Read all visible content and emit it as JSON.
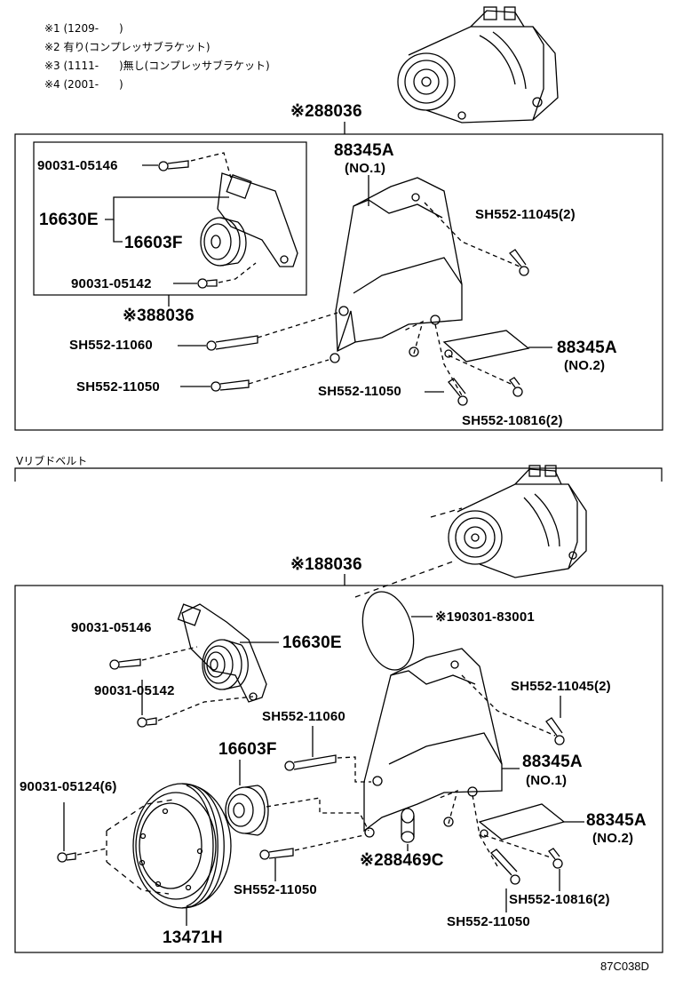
{
  "notes": [
    "※1 (1209-      )",
    "※2 有り(コンプレッサブラケット)",
    "※3 (1111-      )無し(コンプレッサブラケット)",
    "※4 (2001-      )"
  ],
  "top": {
    "assembly": "※288036",
    "sub_assembly": "※388036",
    "labels": {
      "bolt_a": "90031-05146",
      "idler_assy": "16630E",
      "pulley": "16603F",
      "bolt_b": "90031-05142",
      "bracket_no1": "88345A",
      "bracket_no1_suffix": "(NO.1)",
      "bolt_c": "SH552-11045(2)",
      "bolt_d": "SH552-11060",
      "bolt_e": "SH552-11050",
      "bolt_f": "SH552-11050",
      "bolt_g": "SH552-10816(2)",
      "bracket_no2": "88345A",
      "bracket_no2_suffix": "(NO.2)"
    }
  },
  "section_title": "Vリブドベルト",
  "bottom": {
    "assembly": "※188036",
    "labels": {
      "gasket": "※190301-83001",
      "bolt_a": "90031-05146",
      "idler_assy": "16630E",
      "bolt_b": "90031-05142",
      "bolt_d": "SH552-11060",
      "pulley": "16603F",
      "bolt_c": "SH552-11045(2)",
      "bracket_no1": "88345A",
      "bracket_no1_suffix": "(NO.1)",
      "bolt_h": "90031-05124(6)",
      "bracket_no2": "88345A",
      "bracket_no2_suffix": "(NO.2)",
      "collar": "※288469C",
      "bolt_e": "SH552-11050",
      "bolt_g": "SH552-10816(2)",
      "bolt_f": "SH552-11050",
      "crank_pulley": "13471H"
    }
  },
  "drawing_code": "87C038D"
}
